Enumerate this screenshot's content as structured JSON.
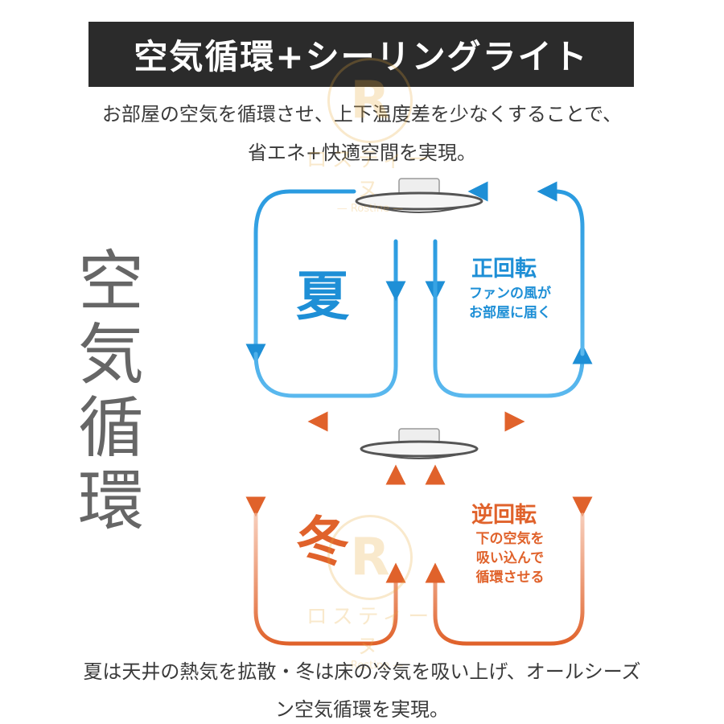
{
  "title": "空気循環+シーリングライト",
  "intro_line1": "お部屋の空気を循環させ、上下温度差を少なくすることで、",
  "intro_line2": "省エネ+快適空間を実現。",
  "vertical_text": [
    "空",
    "気",
    "循",
    "環"
  ],
  "summer": {
    "season": "夏",
    "rotation": "正回転",
    "desc_line1": "ファンの風が",
    "desc_line2": "お部屋に届く",
    "color": "#1e8fd6"
  },
  "winter": {
    "season": "冬",
    "rotation": "逆回転",
    "desc_line1": "下の空気を",
    "desc_line2": "吸い込んで",
    "desc_line3": "循環させる",
    "color": "#e0622b"
  },
  "watermark": {
    "letter": "R",
    "name": "ロスティーヌ",
    "sub": "— Rostine —"
  },
  "footer_line1": "夏は天井の熱気を拡散・冬は床の冷気を吸い上げ、オールシーズ",
  "footer_line2": "ン空気循環を実現。"
}
